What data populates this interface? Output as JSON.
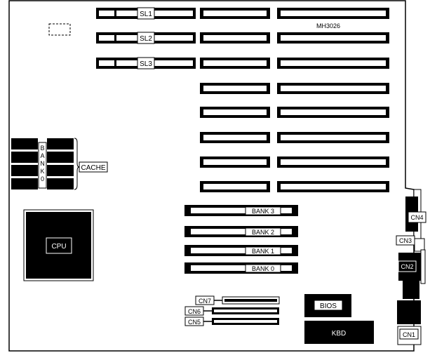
{
  "diagram": {
    "part_number": "MH3026",
    "slot_labels": [
      "SL1",
      "SL2",
      "SL3"
    ],
    "cache": {
      "bank_label": "BANK 0",
      "label": "CACHE"
    },
    "cpu_label": "CPU",
    "memory_banks": [
      "BANK 3",
      "BANK 2",
      "BANK 1",
      "BANK 0"
    ],
    "headers": [
      "CN7",
      "CN6",
      "CN5"
    ],
    "chips": {
      "bios": "BIOS",
      "kbd": "KBD"
    },
    "connectors": [
      "CN4",
      "CN3",
      "CN2",
      "CN1"
    ],
    "colors": {
      "line": "#000000",
      "fill": "#000000",
      "paper": "#ffffff"
    }
  }
}
